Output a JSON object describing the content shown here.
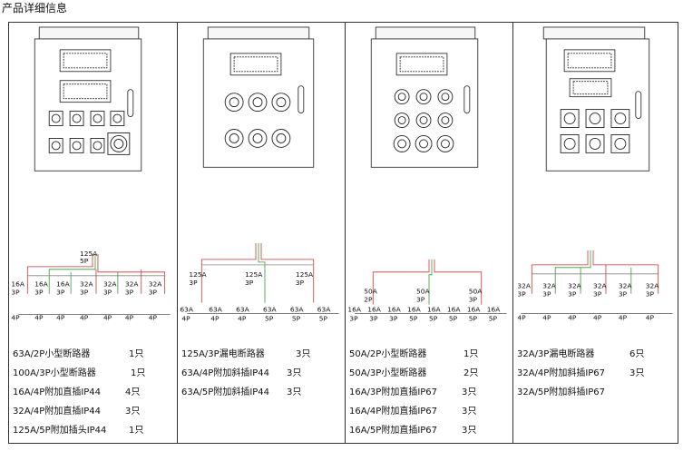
{
  "page_title": "产品详细信息",
  "panels": [
    {
      "id": "p1",
      "top_breaker": {
        "rating": "125A",
        "poles": "5P"
      },
      "branches": [
        {
          "rating": "16A",
          "poles": "3P",
          "out": "4P"
        },
        {
          "rating": "16A",
          "poles": "3P",
          "out": "4P"
        },
        {
          "rating": "16A",
          "poles": "3P",
          "out": "4P"
        },
        {
          "rating": "32A",
          "poles": "3P",
          "out": "4P"
        },
        {
          "rating": "32A",
          "poles": "3P",
          "out": "4P"
        },
        {
          "rating": "32A",
          "poles": "3P",
          "out": "4P"
        },
        {
          "rating": "32A",
          "poles": "3P",
          "out": "4P"
        }
      ],
      "items": [
        {
          "name": "63A/2P小型断路器",
          "qty": "1只"
        },
        {
          "name": "100A/3P小型断路器",
          "qty": "1只"
        },
        {
          "name": "16A/4P附加直插IP44",
          "qty": "4只"
        },
        {
          "name": "32A/4P附加直插IP44",
          "qty": "3只"
        },
        {
          "name": "125A/5P附加插头IP44",
          "qty": "1只"
        }
      ]
    },
    {
      "id": "p2",
      "branches": [
        {
          "rating": "125A",
          "poles": "3P",
          "out": "63A 4P"
        },
        {
          "rating": "125A",
          "poles": "3P",
          "out": "63A 4P"
        },
        {
          "rating": "125A",
          "poles": "3P",
          "out": "63A 5P"
        }
      ],
      "outputs": [
        "63A",
        "4P",
        "63A",
        "4P",
        "63A",
        "4P",
        "63A",
        "5P",
        "63A",
        "5P",
        "63A",
        "5P"
      ],
      "items": [
        {
          "name": "125A/3P漏电断路器",
          "qty": "3只"
        },
        {
          "name": "63A/4P附加斜插IP44",
          "qty": "3只"
        },
        {
          "name": "63A/5P附加斜插IP44",
          "qty": "3只"
        }
      ]
    },
    {
      "id": "p3",
      "branches": [
        {
          "rating": "50A",
          "poles": "2P"
        },
        {
          "rating": "50A",
          "poles": "3P"
        },
        {
          "rating": "50A",
          "poles": "3P"
        }
      ],
      "outputs": [
        "16A",
        "3P",
        "16A",
        "3P",
        "16A",
        "3P",
        "16A",
        "5P",
        "16A",
        "5P",
        "16A",
        "5P",
        "16A",
        "5P",
        "16A",
        "5P"
      ],
      "items": [
        {
          "name": "50A/2P小型断路器",
          "qty": "1只"
        },
        {
          "name": "50A/3P小型断路器",
          "qty": "2只"
        },
        {
          "name": "16A/3P附加直插IP67",
          "qty": "3只"
        },
        {
          "name": "16A/4P附加直插IP67",
          "qty": "3只"
        },
        {
          "name": "16A/5P附加直插IP67",
          "qty": "3只"
        }
      ]
    },
    {
      "id": "p4",
      "branches": [
        {
          "rating": "32A",
          "poles": "3P",
          "out": "4P"
        },
        {
          "rating": "32A",
          "poles": "3P",
          "out": "4P"
        },
        {
          "rating": "32A",
          "poles": "3P",
          "out": "4P"
        },
        {
          "rating": "32A",
          "poles": "3P",
          "out": "4P"
        },
        {
          "rating": "32A",
          "poles": "3P",
          "out": "4P"
        },
        {
          "rating": "32A",
          "poles": "3P",
          "out": "4P"
        }
      ],
      "items": [
        {
          "name": "32A/3P漏电断路器",
          "qty": "6只"
        },
        {
          "name": "32A/4P附加斜插IP67",
          "qty": "3只"
        },
        {
          "name": "32A/5P附加斜插IP67",
          "qty": ""
        }
      ]
    }
  ]
}
